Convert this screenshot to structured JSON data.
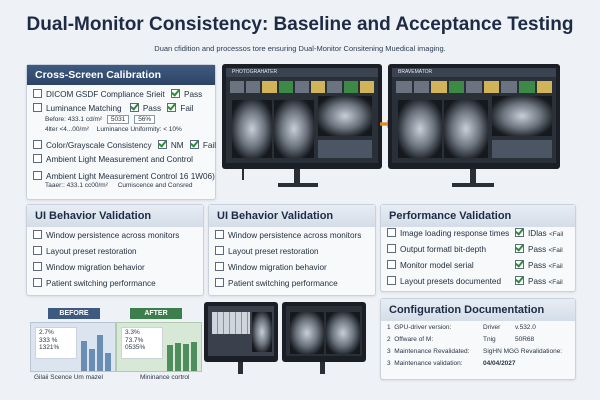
{
  "title": "Dual-Monitor Consistency: Baseline and Acceptance Testing",
  "subtitle": "Duan cfidition and processos tore ensuring Dual-Monitor Consitening Muedical imaging.",
  "calibration": {
    "header": "Cross-Screen Calibration",
    "items": [
      {
        "label": "DICOM GSDF Compliance Srieit",
        "status": "Pass"
      },
      {
        "label": "Luminance Matching",
        "pass": "Pass",
        "fail": "Fail"
      },
      {
        "label": "Before: 433.1 cd/m²",
        "val1": "5031",
        "val2": "56%"
      },
      {
        "label": "4lter <4...00/m²",
        "val1": "Luminance Uniformity: < 10%"
      },
      {
        "label": "Color/Grayscale Consistency",
        "pass": "NM",
        "fail": "Fail"
      },
      {
        "label": "Ambient Light Measurement and Control"
      },
      {
        "label": "Ambient Light Measurement Control 16 1W06)",
        "sub": "Taaer:: 433.1 cc00/m²",
        "sub2": "Cumiscence and Consred"
      }
    ]
  },
  "monitors": {
    "left_title": "PHOTOGRAHATER",
    "right_title": "BRAVEMATOR"
  },
  "ui_left": {
    "header": "UI Behavior Validation",
    "items": [
      "Window persistence across monitors",
      "Layout preset restoration",
      "Window migration behavior",
      "Patient switching performance"
    ]
  },
  "ui_right": {
    "header": "UI Behavior Validation",
    "items": [
      "Window persistence across monitors",
      "Layout preset restoration",
      "Window migration behavior",
      "Patient switching performance"
    ]
  },
  "performance": {
    "header": "Performance Validation",
    "items": [
      {
        "label": "Image loading response times",
        "pass": "IDlas",
        "fail": "<Fail"
      },
      {
        "label": "Output formatl bit-depth",
        "pass": "Pass",
        "fail": "<Fail"
      },
      {
        "label": "Monitor model serial",
        "pass": "Pass",
        "fail": "<Fail"
      },
      {
        "label": "Layout presets documented",
        "pass": "Pass",
        "fail": "<Fail"
      }
    ]
  },
  "config": {
    "header": "Configuration Documentation",
    "rows": [
      {
        "num": "1",
        "label": "GPU-driver version:",
        "key": "Driver",
        "value": "v.532.0"
      },
      {
        "num": "2",
        "label": "Offware of M:",
        "key": "Tnig",
        "value": "50R68"
      },
      {
        "num": "3",
        "label": "Maintenance Revalidated:",
        "key": "SigHN MGG Revalidatione:",
        "value": ""
      },
      {
        "num": "3",
        "label": "Maintenance validation:",
        "key": "04/04/2027",
        "value": ""
      }
    ]
  },
  "before_after": {
    "before_label": "BEFORE",
    "after_label": "AFTER",
    "before_values": [
      "2.7%",
      "333 %",
      "1321%"
    ],
    "after_values": [
      "3.3%",
      "73.7%",
      "0535%"
    ],
    "before_caption": "Gilaii Scence Um mazel",
    "after_caption": "Mininance cortrol"
  },
  "colors": {
    "header_dark": "#2c4466",
    "pass_green": "#2e8b3a",
    "accent_orange": "#e08a1e"
  }
}
